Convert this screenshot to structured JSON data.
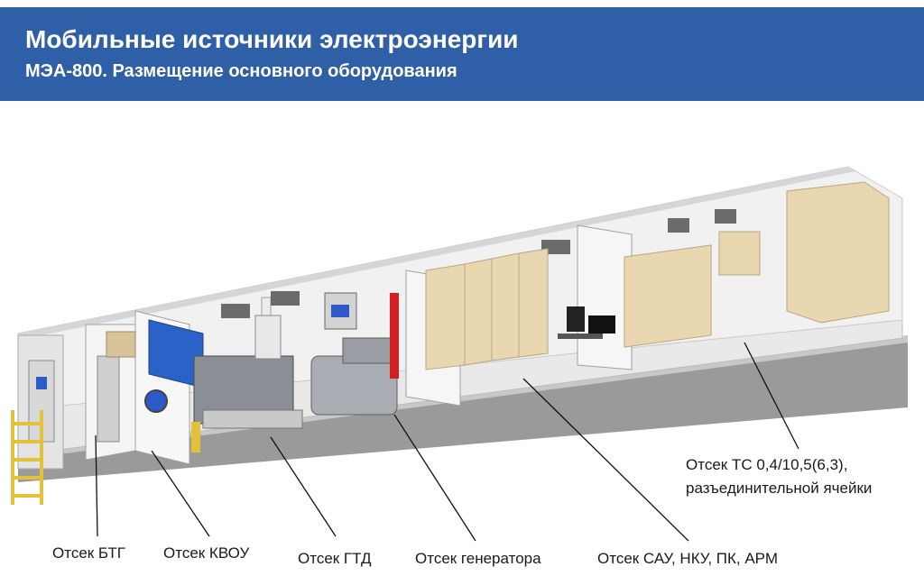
{
  "header": {
    "title": "Мобильные источники электроэнергии",
    "subtitle": "МЭА-800. Размещение основного оборудования"
  },
  "labels": {
    "btg": "Отсек БТГ",
    "kvou": "Отсек КВОУ",
    "gtd": "Отсек ГТД",
    "generator": "Отсек генератора",
    "sau": "Отсек САУ, НКУ, ПК, АРМ",
    "ts_line1": "Отсек ТС 0,4/10,5(6,3),",
    "ts_line2": "разъединительной ячейки"
  },
  "colors": {
    "header_bg": "#2f5fa7",
    "header_text": "#ffffff",
    "cabinet": "#e8d7b0",
    "fire_extinguisher": "#d22020",
    "ladder": "#e2c23a",
    "screen": "#1f5fd6"
  }
}
